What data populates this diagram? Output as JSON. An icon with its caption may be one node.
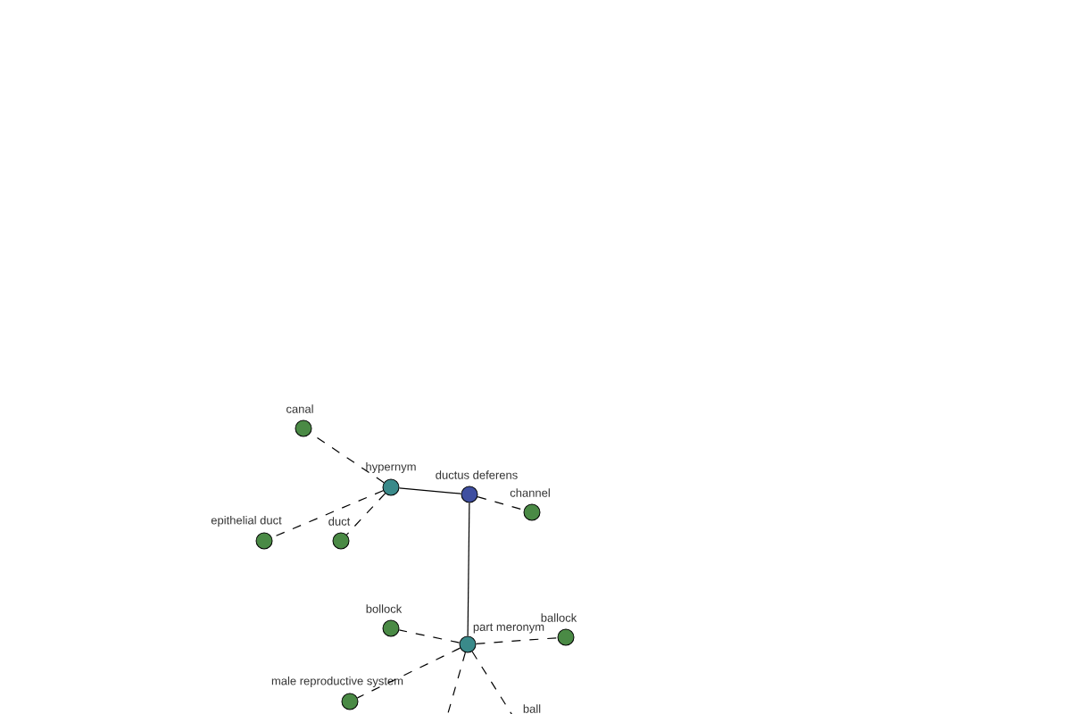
{
  "diagram": {
    "nodes": [
      {
        "text": [
          "ductus deferens"
        ]
      },
      {
        "text": [
          "hypernym"
        ]
      },
      {
        "text": [
          "part meronym"
        ]
      },
      {
        "text": [
          "canal"
        ]
      },
      {
        "text": [
          "channel"
        ]
      },
      {
        "text": [
          "epithelial duct"
        ]
      },
      {
        "text": [
          "duct"
        ]
      },
      {
        "text": [
          "bollock"
        ]
      },
      {
        "text": [
          "ballock"
        ]
      },
      {
        "text": [
          "male reproductive system"
        ]
      },
      {
        "text": [
          "ball"
        ]
      }
    ],
    "edges": [
      {
        "from": 0,
        "to": 1,
        "arrow": "none"
      },
      {
        "from": 0,
        "to": 2,
        "arrow": "none"
      },
      {
        "from": 1,
        "to": 3,
        "arrow": "none",
        "style": "dashed"
      },
      {
        "from": 1,
        "to": 5,
        "arrow": "none",
        "style": "dashed"
      },
      {
        "from": 1,
        "to": 6,
        "arrow": "none",
        "style": "dashed"
      },
      {
        "from": 0,
        "to": 4,
        "arrow": "none",
        "style": "dashed"
      },
      {
        "from": 2,
        "to": 7,
        "arrow": "none",
        "style": "dashed"
      },
      {
        "from": 2,
        "to": 8,
        "arrow": "none",
        "style": "dashed"
      },
      {
        "from": 2,
        "to": 9,
        "arrow": "none",
        "style": "dashed"
      },
      {
        "from": 2,
        "to": 10,
        "arrow": "none",
        "style": "dashed"
      },
      {
        "from": 2,
        "to": null,
        "arrow": "none",
        "style": "dashed"
      }
    ]
  }
}
